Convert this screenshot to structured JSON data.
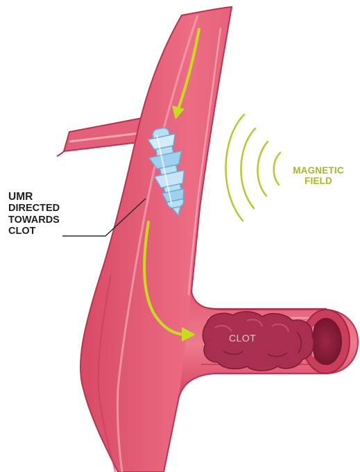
{
  "labels": {
    "umr": [
      "UMR",
      "DIRECTED",
      "TOWARDS",
      "CLOT"
    ],
    "magnetic": [
      "MAGNETIC",
      "FIELD"
    ],
    "clot": "CLOT"
  },
  "colors": {
    "vessel_outer": "#e35d74",
    "vessel_edge": "#b93350",
    "vessel_highlight": "#f6a9b6",
    "lumen_dark": "#8f1f3a",
    "clot": "#a8304f",
    "arrow": "#c5dd1a",
    "field_arcs": "#b7c92a",
    "robot": "#a9d6f0",
    "label_dark": "#1e1e1e",
    "label_field": "#a8b81e",
    "label_clot": "#f2c7cf"
  },
  "icons": [
    "umr-robot-icon",
    "flow-arrow-icon",
    "magnetic-field-icon",
    "blood-clot-icon"
  ]
}
